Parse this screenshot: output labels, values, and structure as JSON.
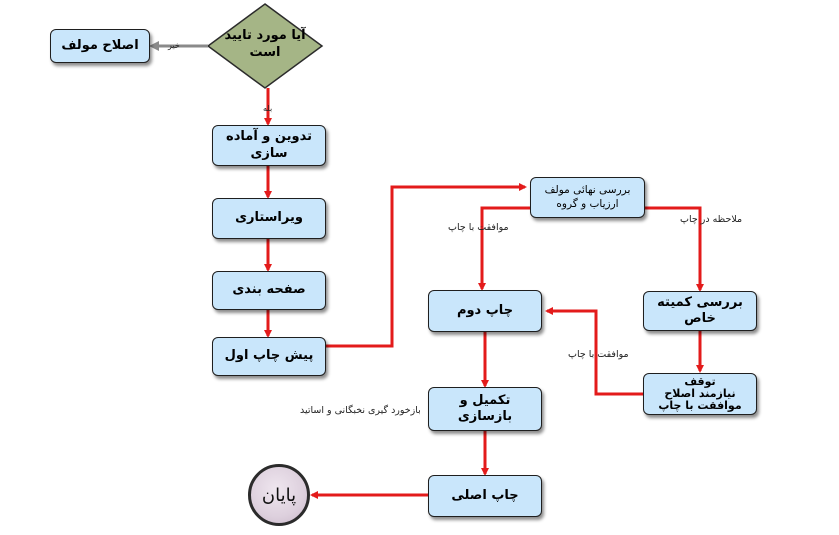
{
  "decision": {
    "text": "آیا مورد تایید\nاست"
  },
  "nodes": {
    "author_revision": "اصلاح مولف",
    "compile": "تدوین و آماده\nسازی",
    "edit": "ویراستاری",
    "layout": "صفحه بندی",
    "first_proof": "پیش چاپ اول",
    "final_review": "بررسی نهائی مولف\nارزیاب و گروه",
    "second_print": "چاپ دوم",
    "committee": "بررسی کمیته خاص",
    "stop": "توقف\nنیازمند اصلاح\nموافقت با چاپ",
    "complete": "تکمیل و بازسازی",
    "main_print": "چاپ اصلی",
    "end": "پایان"
  },
  "labels": {
    "no": "خیر",
    "yes": "بله",
    "approve_print_left": "موافقت با چاپ",
    "note_in_print": "ملاحظه در چاپ",
    "approve_print_mid": "موافقت با چاپ",
    "feedback": "بازخورد گیری نخبگانی و اساتید"
  },
  "colors": {
    "flow_arrow": "#e31b1b",
    "no_arrow": "#8a8a8a",
    "box_fill": "#c9e6fb",
    "decision_fill": "#a5b586"
  }
}
